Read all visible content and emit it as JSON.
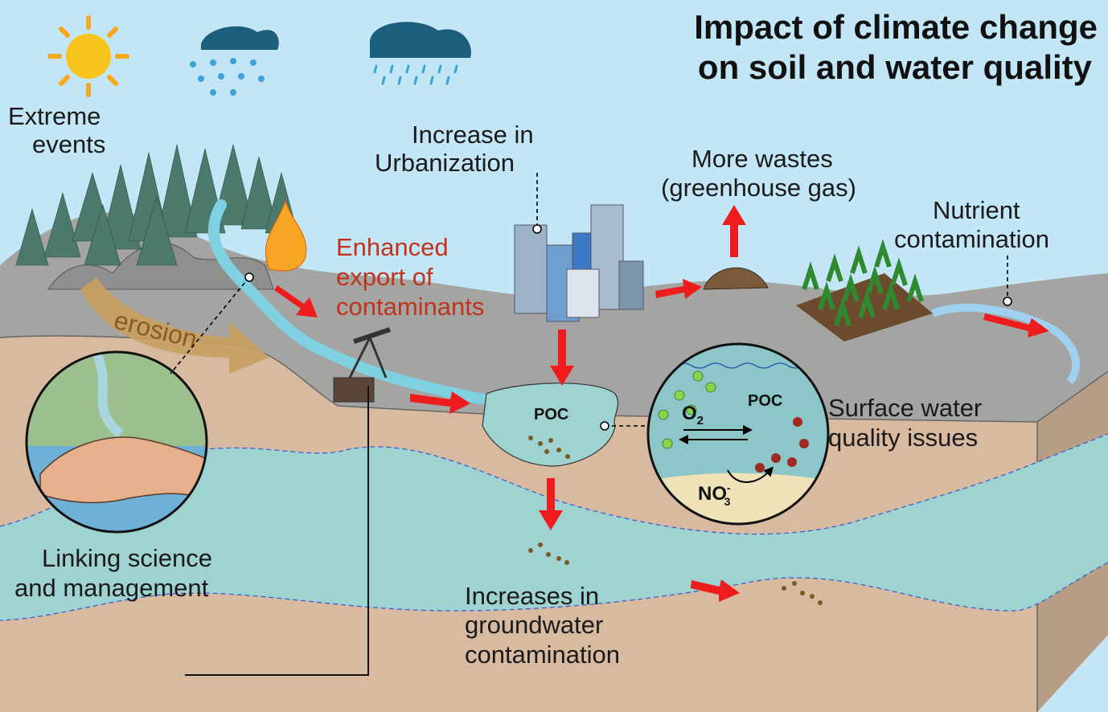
{
  "title": {
    "line1": "Impact of climate change",
    "line2": "on soil and water quality"
  },
  "labels": {
    "extreme_events_1": "Extreme",
    "extreme_events_2": "events",
    "urbanization_1": "Increase in",
    "urbanization_2": "Urbanization",
    "wastes_1": "More wastes",
    "wastes_2": "(greenhouse gas)",
    "nutrient_1": "Nutrient",
    "nutrient_2": "contamination",
    "enhanced_1": "Enhanced",
    "enhanced_2": "export of",
    "enhanced_3": "contaminants",
    "erosion": "erosion",
    "poc_pond": "POC",
    "poc_inset": "POC",
    "o2": "O",
    "o2_sub": "2",
    "no3": "NO",
    "no3_sub": "3",
    "no3_sup": "-",
    "surface_1": "Surface water",
    "surface_2": "quality issues",
    "linking_1": "Linking science",
    "linking_2": "and management",
    "groundwater_1": "Increases in",
    "groundwater_2": "groundwater",
    "groundwater_3": "contamination"
  },
  "colors": {
    "sky": "#c3e6f6",
    "ground_surface": "#a4a4a2",
    "soil": "#d8baa0",
    "water": "#9fd3d2",
    "arrow_red": "#ee1c1c",
    "erosion_arrow": "#c8a060",
    "contaminant_text": "#c0341d",
    "tree": "#4b7a6c"
  }
}
